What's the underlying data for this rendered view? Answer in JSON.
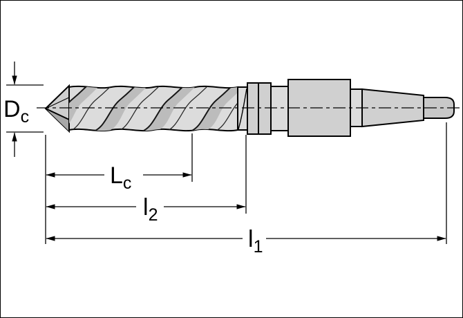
{
  "figure": {
    "labels": {
      "dc": {
        "base": "D",
        "sub": "c"
      },
      "lc": {
        "base": "L",
        "sub": "c"
      },
      "l2": {
        "base": "l",
        "sub": "2"
      },
      "l1": {
        "base": "l",
        "sub": "1"
      }
    },
    "colors": {
      "background": "#ffffff",
      "outline": "#000000",
      "fill_light": "#dcdcdc",
      "fill_mid": "#d0d0d0",
      "fill_dark": "#a8a8a8",
      "flute_shade": "#bcbcbc"
    }
  }
}
